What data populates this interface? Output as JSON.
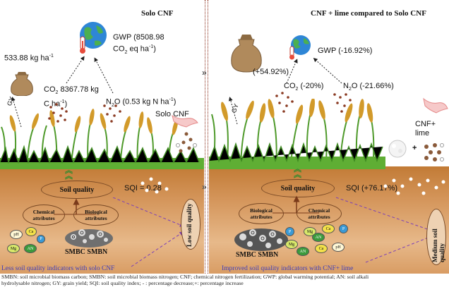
{
  "left": {
    "title": "Solo CNF",
    "gy_value": "533.88 kg ha",
    "gy_sup": "-1",
    "gwp_line1": "GWP (8508.98",
    "gwp_line2": "CO",
    "gwp_line2b": " eq ha",
    "gwp_line2c": ")",
    "co2_line1": "CO",
    "co2_line1b": " 8367.78 kg",
    "co2_line2": "C ha",
    "co2_line2b": ")",
    "n2o": "N",
    "n2o_b": "O (0.53 kg N ha",
    "n2o_c": ")",
    "gy_arrow": "GY",
    "treatment_label": "Solo CNF",
    "soil_quality": "Soil quality",
    "sqi": "SQI = 0.28",
    "chem": "Chemical attributes",
    "bio": "Biological attributes",
    "smbc_smbn": "SMBC SMBN",
    "side_label": "Low soil quality",
    "caption": "Less soil quality indicators with solo CNF",
    "nodes": [
      "pH",
      "Ca",
      "P",
      "Mg",
      "AN"
    ]
  },
  "right": {
    "title": "CNF + lime compared to Solo CNF",
    "gy_change": "(+54.92%)",
    "gwp": "GWP (-16.92%)",
    "co2": "CO",
    "co2_b": " (-20%)",
    "n2o": "N",
    "n2o_b": "O (-21.66%)",
    "gy_arrow": "GY",
    "treatment_label": "CNF+ lime",
    "soil_quality": "Soil quality",
    "sqi": "SQI (+76.17%)",
    "bio": "Biological attributes",
    "chem": "Chemical attributes",
    "smbc_smbn": "SMBC SMBN",
    "side_label": "Medium soil quality",
    "caption": "Improved soil quality indicators with CNF+ lime",
    "plus": "+",
    "nodes": [
      "Mg",
      "Ca",
      "P",
      "Mg",
      "AN",
      "Ca",
      "pH",
      "AN",
      "P"
    ]
  },
  "sub2": "2",
  "neg1": "-1",
  "chevrons": "»",
  "footnote_line1": "SMBN: soil microbial biomass carbon; SMBN: soil microbial biomass nitrogen; CNF; chemical nitrogen fertilization; GWP: global warming potential; AN: soil alkali",
  "footnote_line2": "hydrolysable nitrogen; GY: grain yield; SQI: soil quality index; - : percentage decrease;+: percentage increase",
  "colors": {
    "soil": "#d4955a",
    "divider": "#8a2d1a",
    "caption": "#3d3dbb",
    "dashed_arrow": "#7b3fb8",
    "wheat": "#d29a2a",
    "grass": "#4f9a2b",
    "growth_chevron": "#2e8b2e"
  }
}
